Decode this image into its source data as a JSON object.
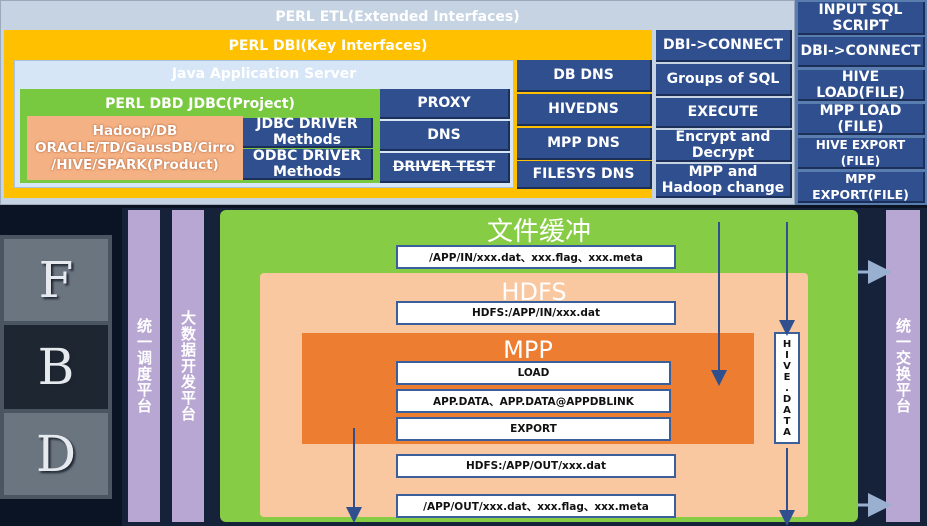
{
  "top": {
    "etl_title": "PERL ETL(Extended Interfaces)",
    "dbi_title": "PERL DBI(Key Interfaces)",
    "java_title": "Java Application Server",
    "dbd_title": "PERL DBD JDBC(Project)",
    "product_line1": "Hadoop/DB",
    "product_line2": "ORACLE/TD/GaussDB/Cirro",
    "product_line3": "/HIVE/SPARK(Product)",
    "jdbc_line1": "JDBC DRIVER",
    "jdbc_line2": "Methods",
    "odbc_line1": "ODBC DRIVER",
    "odbc_line2": "Methods",
    "proxy": "PROXY",
    "dns": "DNS",
    "driver_test": "DRIVER TEST",
    "db_dns": "DB DNS",
    "hive_dns": "HIVEDNS",
    "mpp_dns": "MPP DNS",
    "filesys_dns": "FILESYS DNS",
    "dbi_connect": "DBI->CONNECT",
    "groups_sql": "Groups of SQL",
    "execute": "EXECUTE",
    "encrypt_line1": "Encrypt and",
    "encrypt_line2": "Decrypt",
    "mpp_change_line1": "MPP and",
    "mpp_change_line2": "Hadoop change"
  },
  "right_col": {
    "input_sql_line1": "INPUT SQL",
    "input_sql_line2": "SCRIPT",
    "dbi_connect": "DBI->CONNECT",
    "hive_load": "HIVE LOAD(FILE)",
    "mpp_load": "MPP LOAD (FILE)",
    "hive_export": "HIVE EXPORT (FILE)",
    "mpp_export": "MPP EXPORT(FILE)"
  },
  "bottom": {
    "fbd_letters": [
      "F",
      "B",
      "D"
    ],
    "schedule_platform": "统一调度平台",
    "bigdata_platform": "大数据开发平台",
    "exchange_platform": "统一交换平台",
    "file_cache": "文件缓冲",
    "hdfs": "HDFS",
    "mpp": "MPP",
    "app_in": "/APP/IN/xxx.dat、xxx.flag、xxx.meta",
    "hdfs_in": "HDFS:/APP/IN/xxx.dat",
    "load": "LOAD",
    "app_data": "APP.DATA、APP.DATA@APPDBLINK",
    "export": "EXPORT",
    "hdfs_out": "HDFS:/APP/OUT/xxx.dat",
    "app_out": "/APP/OUT/xxx.dat、xxx.flag、xxx.meta",
    "hive_data": "HIVE.DATA"
  },
  "colors": {
    "etl_bg": "#c6d3e2",
    "dbi_bg": "#ffc000",
    "dbd_bg": "#78c840",
    "product_bg": "#f4b183",
    "box_blue": "#2f4f8f",
    "cache_green": "#86cc44",
    "hdfs_peach": "#f9c7a0",
    "mpp_orange": "#ed7d31",
    "platform_purple": "#b8a7d2"
  }
}
